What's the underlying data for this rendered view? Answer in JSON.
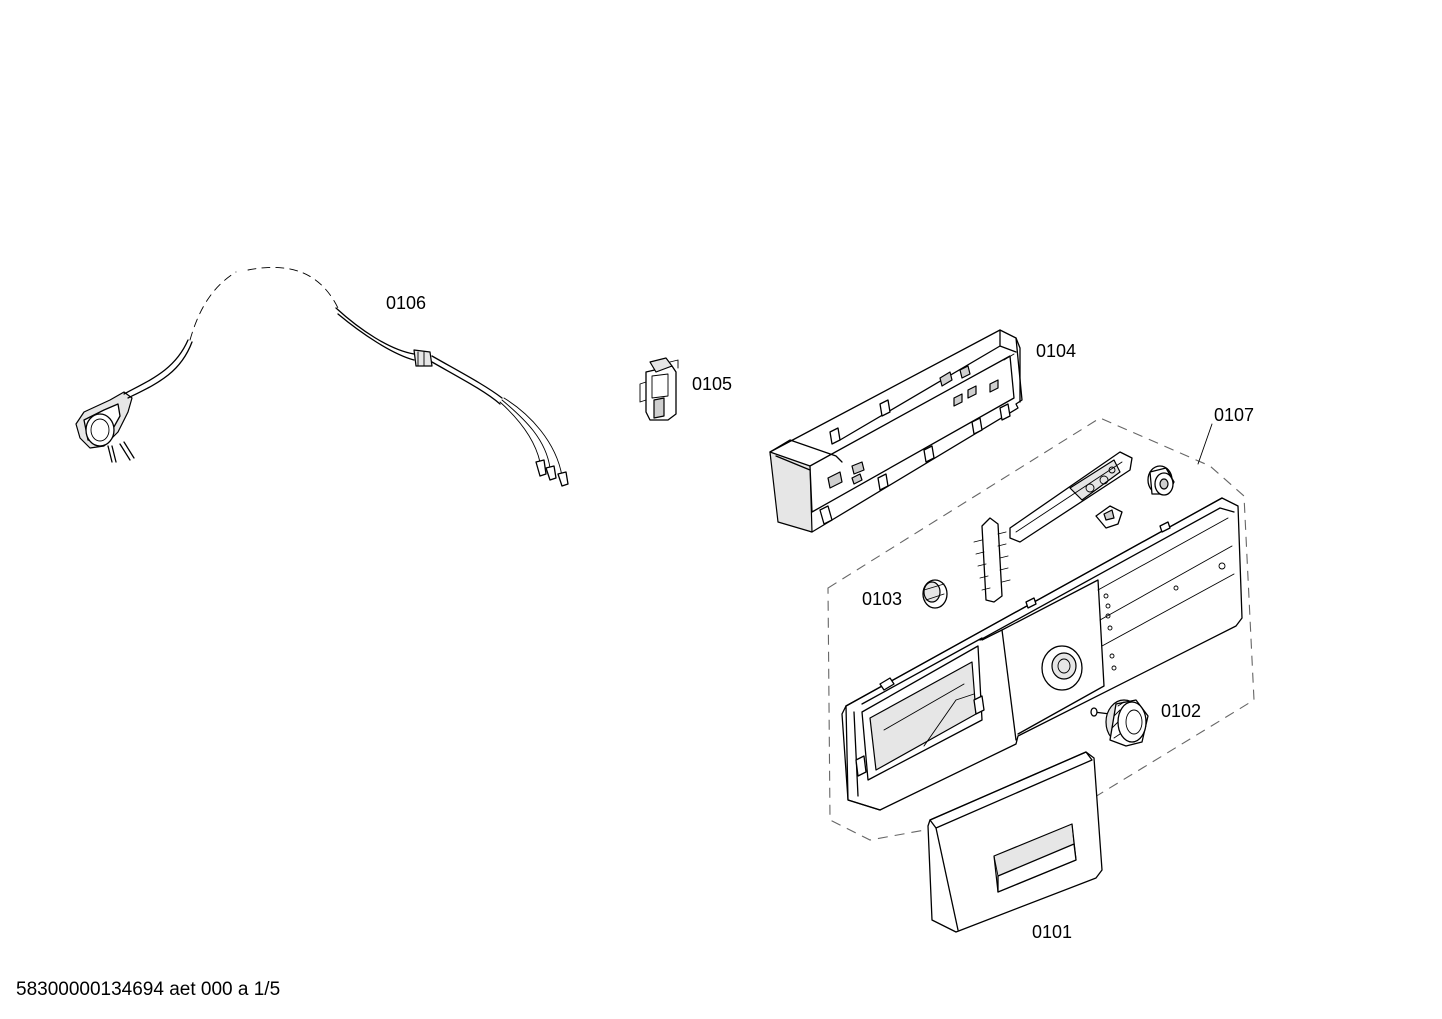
{
  "parts": [
    {
      "id": "0101"
    },
    {
      "id": "0102"
    },
    {
      "id": "0103"
    },
    {
      "id": "0104"
    },
    {
      "id": "0105"
    },
    {
      "id": "0106"
    },
    {
      "id": "0107"
    }
  ],
  "footer": {
    "text": "58300000134694 aet 000 a 1/5"
  }
}
